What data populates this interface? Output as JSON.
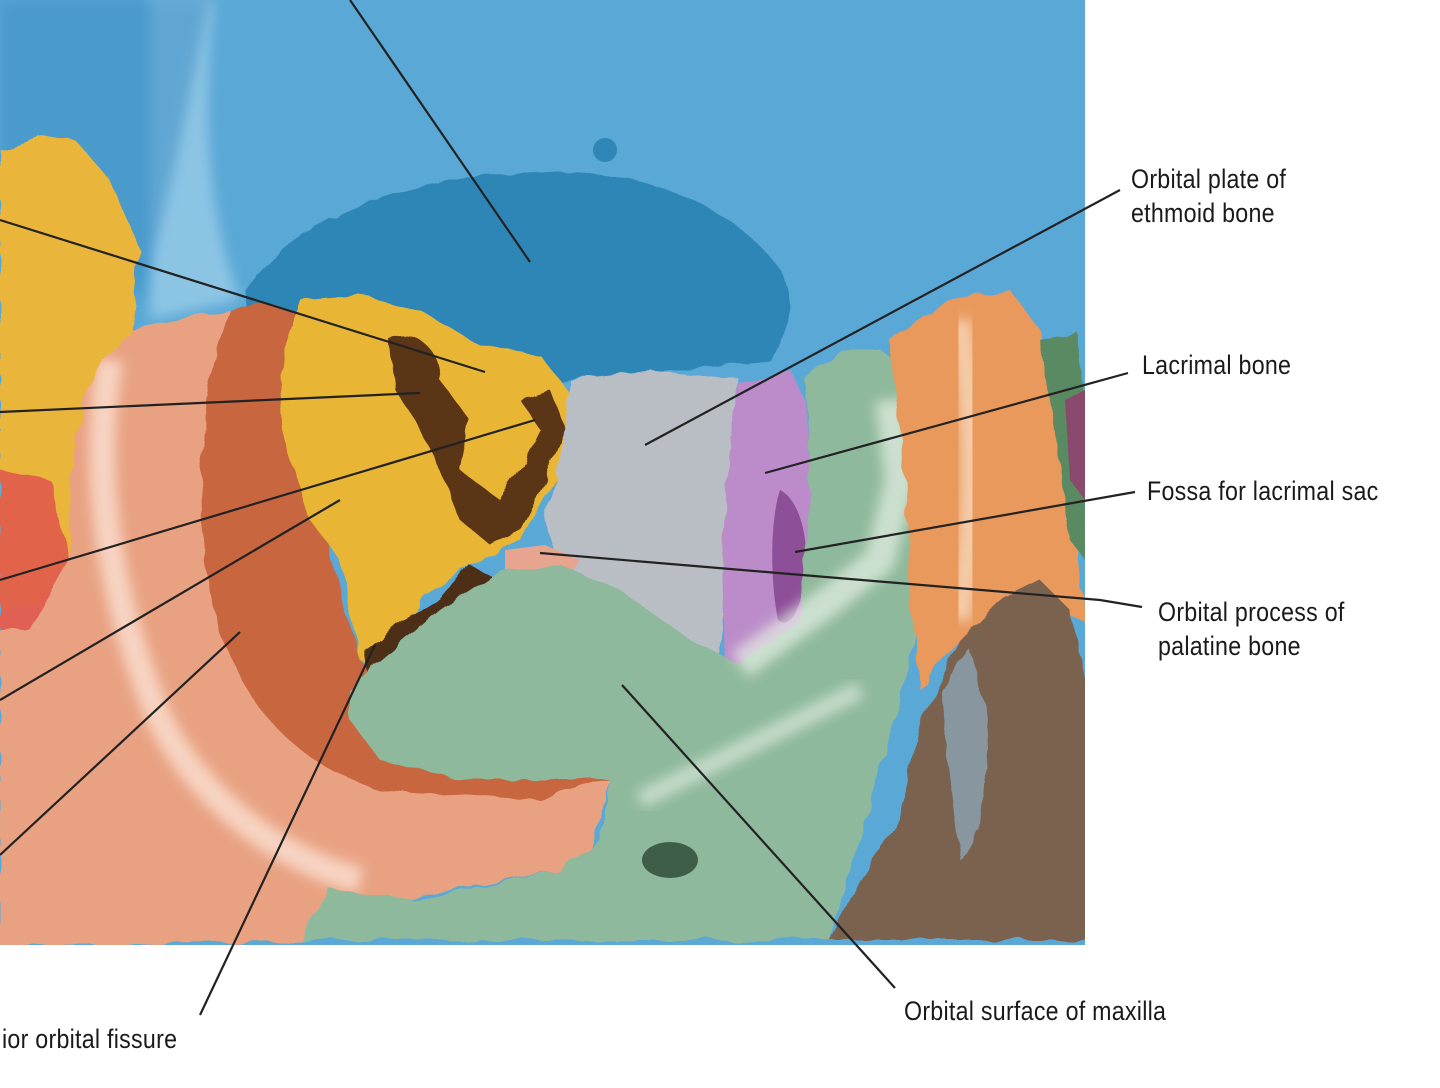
{
  "labels": {
    "ethmoid_plate": {
      "line1": "Orbital plate of",
      "line2": "ethmoid bone"
    },
    "lacrimal_bone": {
      "line1": "Lacrimal bone"
    },
    "lacrimal_fossa": {
      "line1": "Fossa for lacrimal sac"
    },
    "palatine_process": {
      "line1": "Orbital process of",
      "line2": "palatine bone"
    },
    "maxilla_surface": {
      "line1": "Orbital surface of maxilla"
    },
    "orbital_fissure": {
      "line1": "ior orbital fissure"
    }
  },
  "colors": {
    "frontal": "#4f9fcf",
    "frontal_dark": "#2f86b7",
    "sphenoid": "#e8b534",
    "zygomatic": "#e49d7c",
    "ethmoid": "#b9bec4",
    "lacrimal": "#bb8cc9",
    "maxilla": "#8fb99c",
    "nasal": "#e9995c",
    "palatine": "#e7a48f",
    "leader_line": "#222222"
  }
}
